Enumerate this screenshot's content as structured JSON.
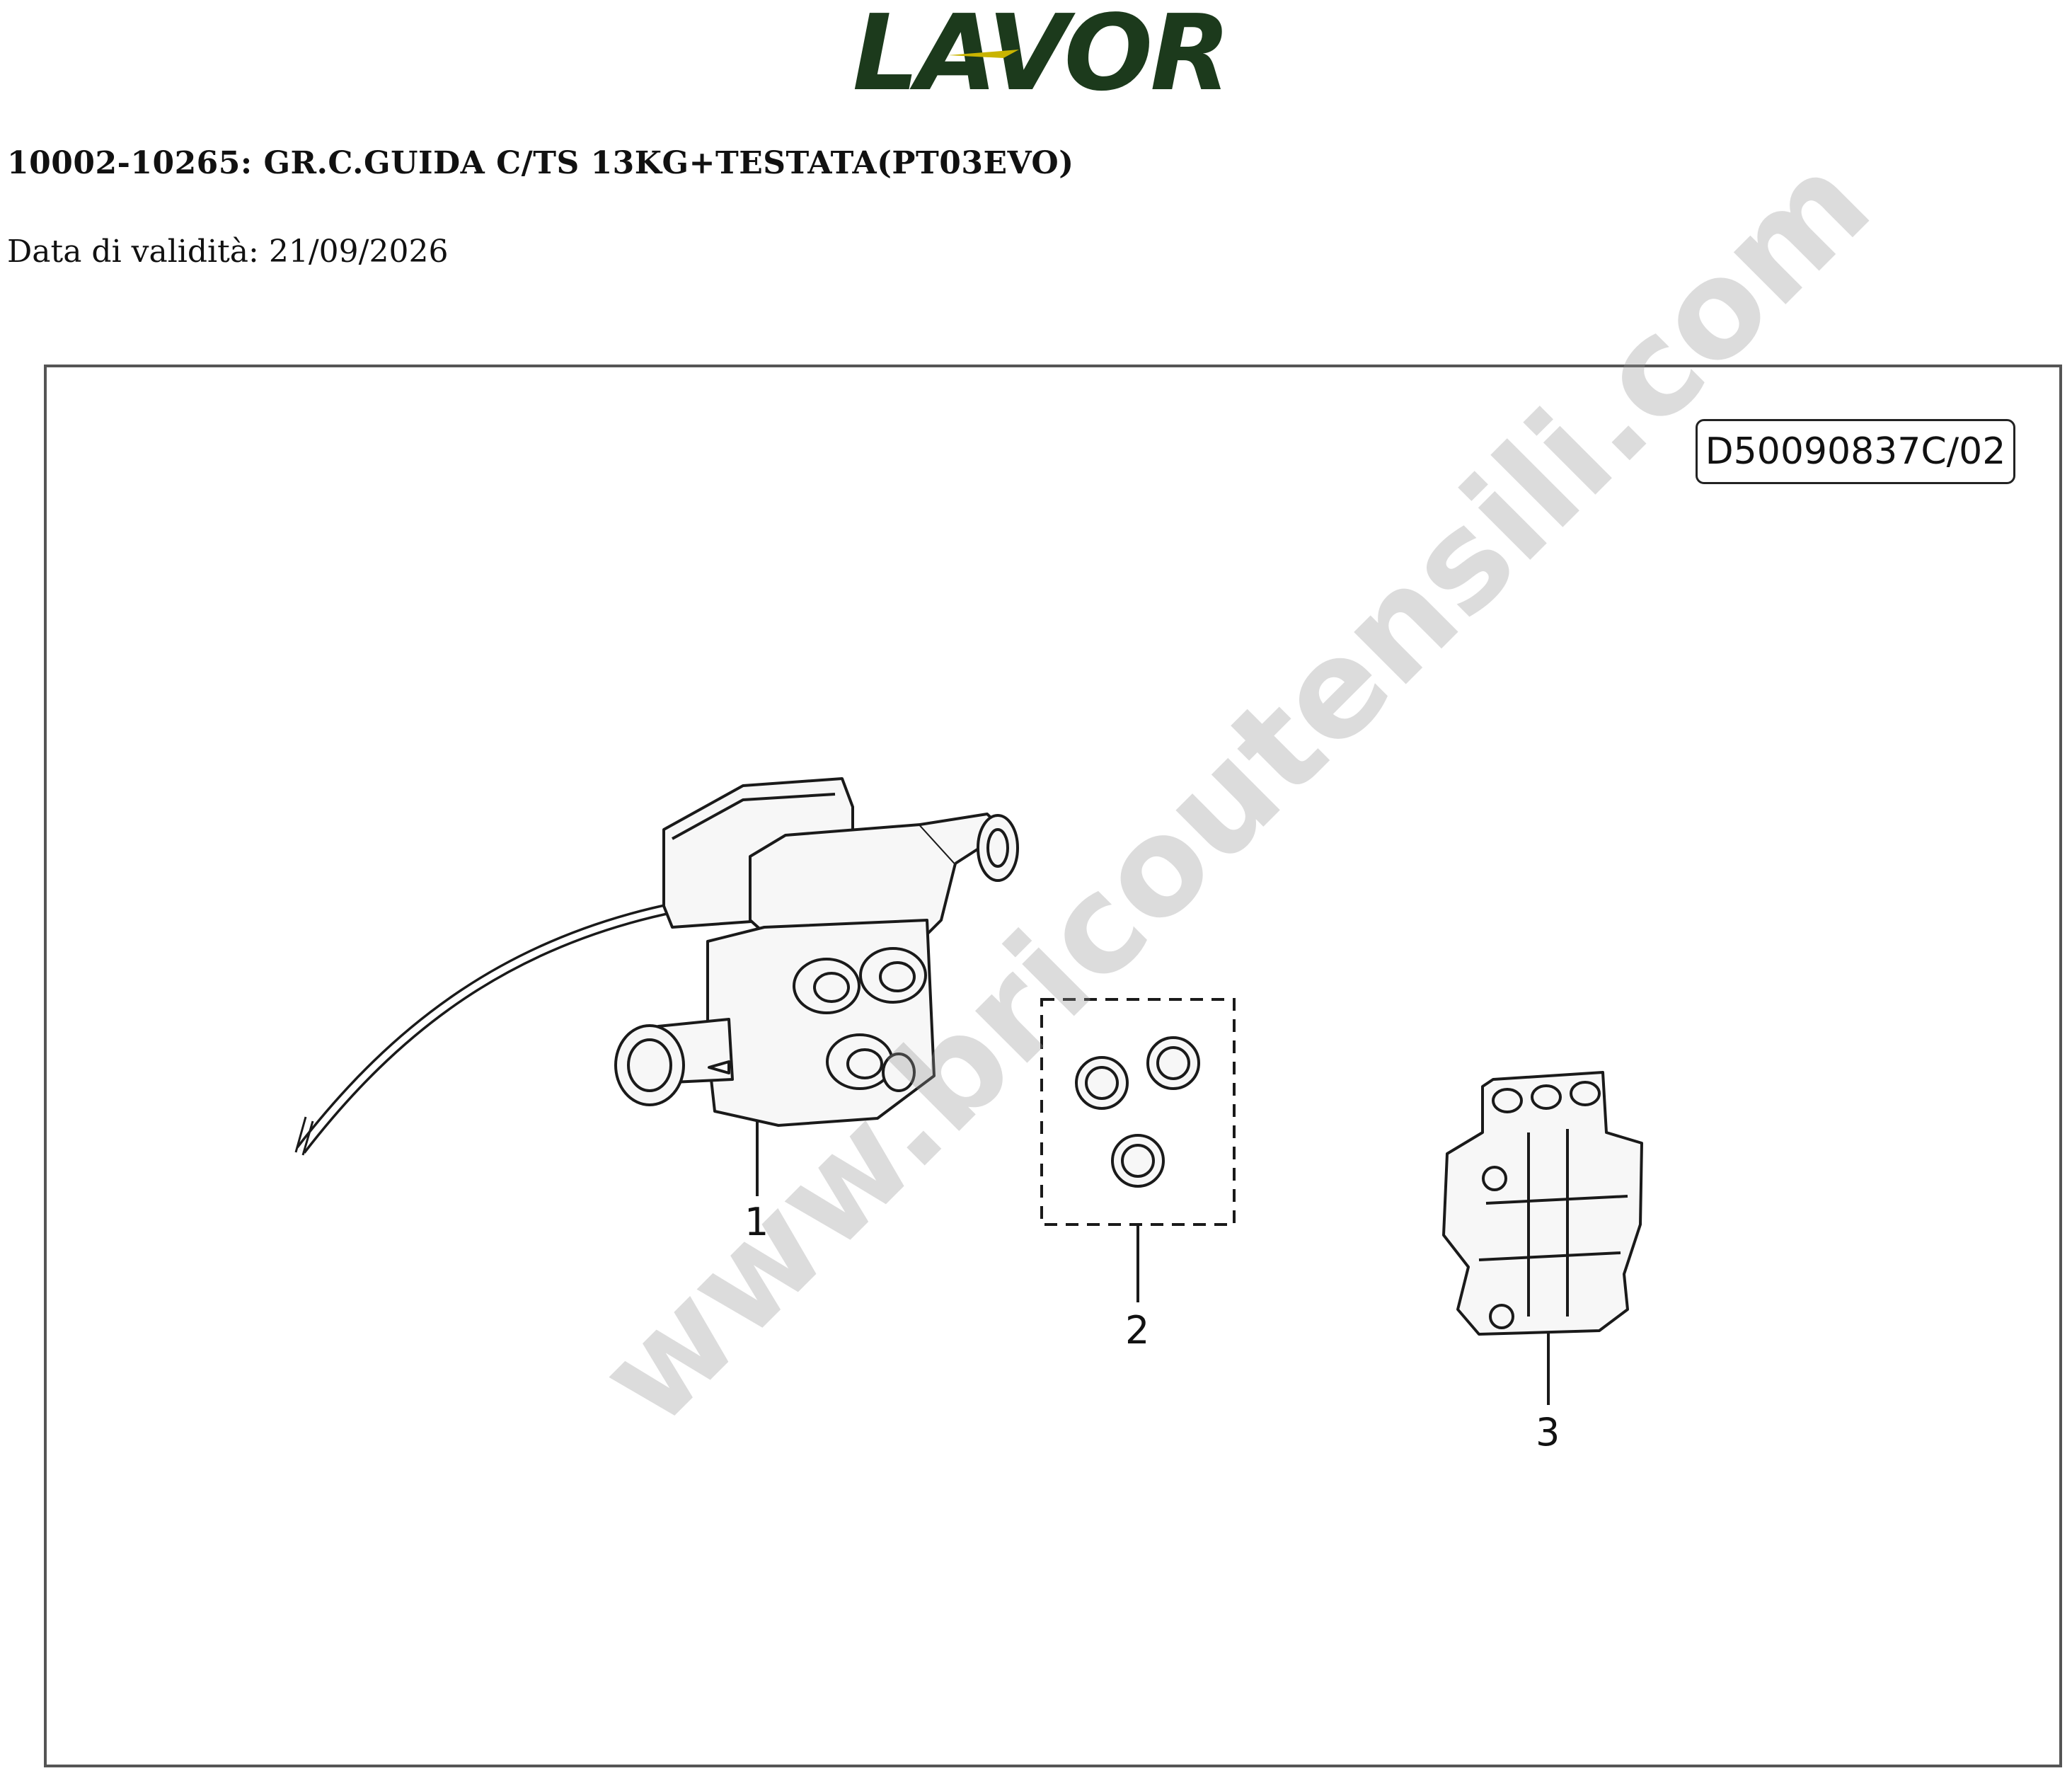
{
  "header": {
    "logo_text": "LAVOR",
    "title": "10002-10265: GR.C.GUIDA C/TS 13KG+TESTATA(PT03EVO)",
    "validity_label": "Data di validità:",
    "validity_date": "21/09/2026"
  },
  "diagram": {
    "drawing_code": "D50090837C/02",
    "watermark": "www.bricoutensili.com",
    "callouts": [
      {
        "label": "1",
        "part": "valve-body-assembly"
      },
      {
        "label": "2",
        "part": "seal-rings-kit"
      },
      {
        "label": "3",
        "part": "pump-head-insert"
      }
    ]
  },
  "colors": {
    "logo_green": "#1c3a1c",
    "logo_accent": "#c9b400",
    "frame_border": "#555555"
  }
}
